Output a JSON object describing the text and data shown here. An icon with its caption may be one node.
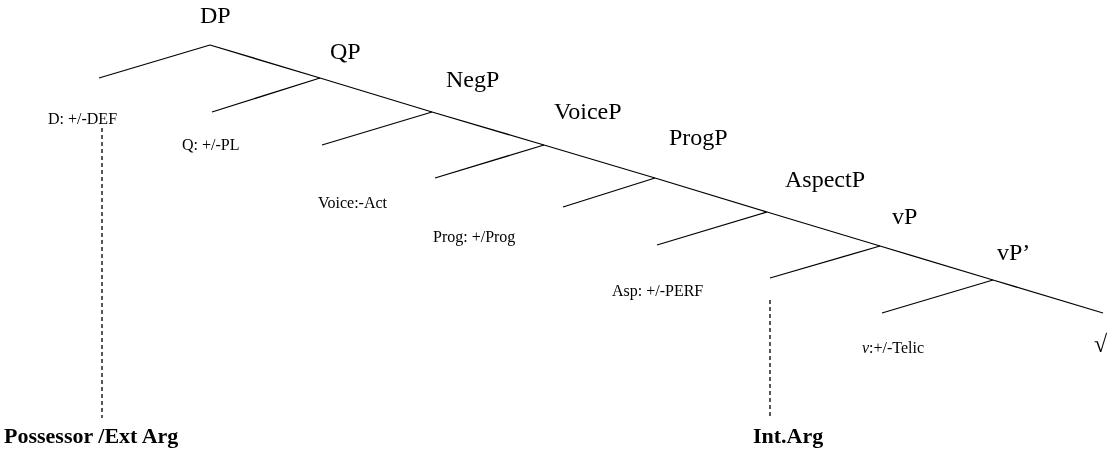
{
  "diagram": {
    "nodes": [
      {
        "text": [
          "DP"
        ]
      },
      {
        "text": [
          "D: +/-DEF"
        ]
      },
      {
        "text": [
          "QP"
        ]
      },
      {
        "text": [
          "Q: +/-PL"
        ]
      },
      {
        "text": [
          "NegP"
        ]
      },
      {
        "text": [
          "Voice:-Act"
        ]
      },
      {
        "text": [
          "VoiceP"
        ]
      },
      {
        "text": [
          "Prog: +/Prog"
        ]
      },
      {
        "text": [
          "ProgP"
        ]
      },
      {
        "text": [
          "AspectP"
        ]
      },
      {
        "text": [
          "vP"
        ]
      },
      {
        "text": [
          "Asp: +/-PERF"
        ]
      },
      {
        "text": [
          "vP’"
        ]
      },
      {
        "text": [
          "*v*:+/-Telic"
        ]
      },
      {
        "text": [
          "√"
        ]
      },
      {
        "text": [
          "Possessor /Ext Arg"
        ]
      },
      {
        "text": [
          "Int.Arg"
        ]
      }
    ],
    "edges": [
      {
        "from": 0,
        "to": 1,
        "arrow": "none"
      },
      {
        "from": 0,
        "to": 2,
        "arrow": "none"
      },
      {
        "from": 2,
        "to": 3,
        "arrow": "none"
      },
      {
        "from": 2,
        "to": 4,
        "arrow": "none"
      },
      {
        "from": 4,
        "to": 5,
        "arrow": "none"
      },
      {
        "from": 4,
        "to": 6,
        "arrow": "none"
      },
      {
        "from": 6,
        "to": 7,
        "arrow": "none"
      },
      {
        "from": 6,
        "to": 8,
        "arrow": "none"
      },
      {
        "from": 8,
        "to": null,
        "arrow": "none"
      },
      {
        "from": 8,
        "to": 9,
        "arrow": "none"
      },
      {
        "from": 9,
        "to": null,
        "arrow": "none"
      },
      {
        "from": 9,
        "to": 10,
        "arrow": "none"
      },
      {
        "from": 10,
        "to": 11,
        "arrow": "none"
      },
      {
        "from": 10,
        "to": 12,
        "arrow": "none"
      },
      {
        "from": 12,
        "to": 13,
        "arrow": "none"
      },
      {
        "from": 12,
        "to": 14,
        "arrow": "none"
      },
      {
        "from": 1,
        "to": 15,
        "arrow": "none",
        "style": "dashed"
      },
      {
        "from": 11,
        "to": 16,
        "arrow": "none",
        "style": "dashed"
      }
    ]
  }
}
